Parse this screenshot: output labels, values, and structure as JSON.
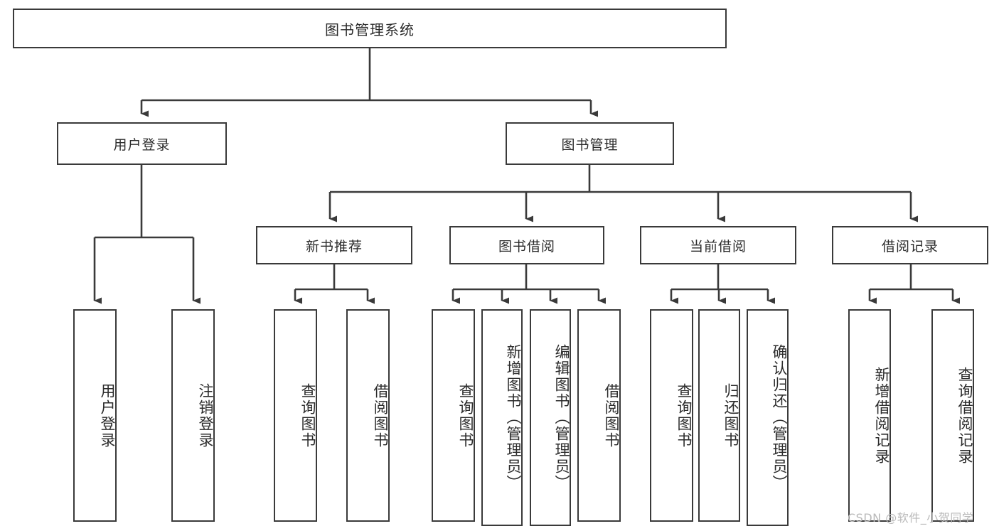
{
  "diagram": {
    "title": "图书管理系统",
    "watermark": "CSDN @软件_小贺同学",
    "style": {
      "box_border_color": "#3a3a3a",
      "box_fill_color": "#ffffff",
      "connector_color": "#3a3a3a",
      "text_color": "#2b2b2b",
      "background_color": "#ffffff",
      "watermark_color": "#b9b9b9"
    },
    "nodes": {
      "root": {
        "label": "图书管理系统"
      },
      "level1": [
        {
          "id": "user-login",
          "label": "用户登录"
        },
        {
          "id": "book-manage",
          "label": "图书管理"
        }
      ],
      "level2": [
        {
          "id": "new-book-recommend",
          "label": "新书推荐"
        },
        {
          "id": "book-borrow",
          "label": "图书借阅"
        },
        {
          "id": "current-borrow",
          "label": "当前借阅"
        },
        {
          "id": "borrow-record",
          "label": "借阅记录"
        }
      ],
      "leaves": {
        "user_login": [
          {
            "id": "leaf-user-login",
            "label": "用户登录"
          },
          {
            "id": "leaf-logout-login",
            "label": "注销登录"
          }
        ],
        "new_book_recommend": [
          {
            "id": "leaf-query-book-1",
            "label": "查询图书"
          },
          {
            "id": "leaf-borrow-book-1",
            "label": "借阅图书"
          }
        ],
        "book_borrow": [
          {
            "id": "leaf-query-book-2",
            "label": "查询图书"
          },
          {
            "id": "leaf-add-book",
            "label": "新增图书（管理员）"
          },
          {
            "id": "leaf-edit-book",
            "label": "编辑图书（管理员）"
          },
          {
            "id": "leaf-borrow-book-2",
            "label": "借阅图书"
          }
        ],
        "current_borrow": [
          {
            "id": "leaf-query-book-3",
            "label": "查询图书"
          },
          {
            "id": "leaf-return-book",
            "label": "归还图书"
          },
          {
            "id": "leaf-confirm-return",
            "label": "确认归还（管理员）"
          }
        ],
        "borrow_record": [
          {
            "id": "leaf-add-record",
            "label": "新增借阅记录"
          },
          {
            "id": "leaf-query-record",
            "label": "查询借阅记录"
          }
        ]
      }
    }
  }
}
